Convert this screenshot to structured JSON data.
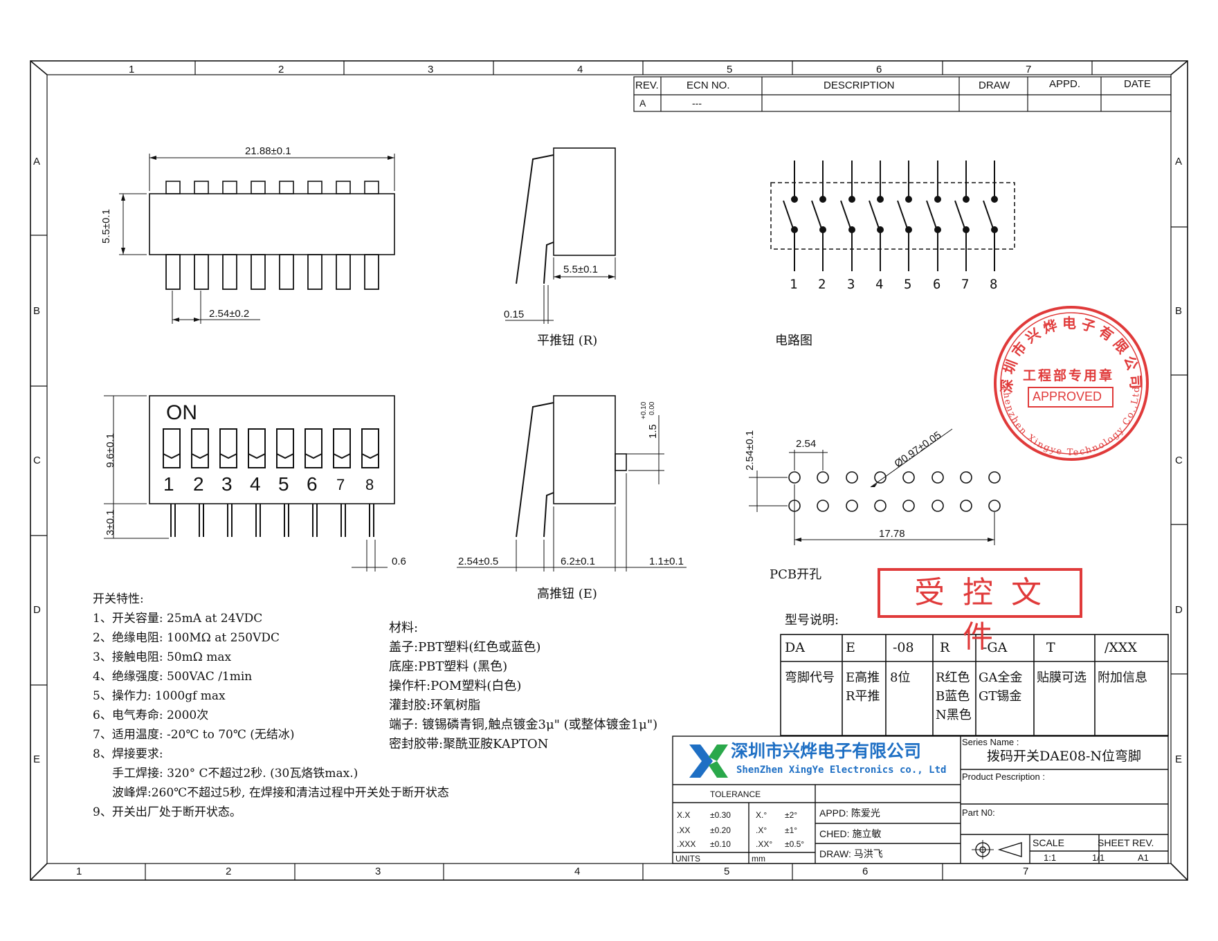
{
  "zone_cols_top": [
    "1",
    "2",
    "3",
    "4",
    "5",
    "6",
    "7"
  ],
  "zone_cols_bottom": [
    "1",
    "2",
    "3",
    "4",
    "5",
    "6",
    "7"
  ],
  "zone_rows": [
    "A",
    "B",
    "C",
    "D",
    "E"
  ],
  "revision_table": {
    "headers": [
      "REV.",
      "ECN  NO.",
      "DESCRIPTION",
      "DRAW",
      "APPD.",
      "DATE"
    ],
    "row": [
      "A",
      "---",
      "",
      "",
      "",
      ""
    ]
  },
  "top_view": {
    "width_dim": "21.88±0.1",
    "height_dim": "5.5±0.1",
    "pitch_dim": "2.54±0.2"
  },
  "side_view_r": {
    "dim_a": "5.5±0.1",
    "dim_b": "0.15",
    "caption": "平推钮 (R)"
  },
  "circuit": {
    "pin_numbers": [
      "1",
      "2",
      "3",
      "4",
      "5",
      "6",
      "7",
      "8"
    ],
    "caption": "电路图"
  },
  "front_view": {
    "on_label": "ON",
    "switch_numbers": [
      "1",
      "2",
      "3",
      "4",
      "5",
      "6",
      "7",
      "8"
    ],
    "height_dim": "9.6±0.1",
    "pin_dim": "3±0.1",
    "pin_width_dim": "0.6"
  },
  "side_view_e": {
    "dim_left": "2.54±0.5",
    "dim_mid": "6.2±0.1",
    "dim_right": "1.1±0.1",
    "dim_actuator": "1.5",
    "tol_plus": "+0.10",
    "tol_minus": "0.00",
    "caption": "高推钮 (E)"
  },
  "pcb": {
    "pitch": "2.54",
    "row_dim": "2.54±0.1",
    "hole_dim": "Ø0.97±0.05",
    "span_dim": "17.78",
    "caption": "PCB开孔"
  },
  "stamp": {
    "company_arc": "深圳市兴烨电子有限公司",
    "dept": "工程部专用章",
    "approved": "APPROVED",
    "english_arc": "Shenzhen Xingye Technology Co.,Ltd"
  },
  "controlled_doc": "受控文件",
  "specs": {
    "title": "开关特性:",
    "items": [
      "1、开关容量: 25mA at 24VDC",
      "2、绝缘电阻: 100MΩ at 250VDC",
      "3、接触电阻: 50mΩ max",
      "4、绝缘强度: 500VAC /1min",
      "5、操作力: 1000gf max",
      "6、电气寿命: 2000次",
      "7、适用温度: -20℃  to 70℃ (无结冰)",
      "8、焊接要求:",
      "   手工焊接: 320° C不超过2秒. (30瓦烙铁max.)",
      "   波峰焊:260℃不超过5秒, 在焊接和清洁过程中开关处于断开状态",
      "9、开关出厂处于断开状态。"
    ]
  },
  "materials": {
    "title": "材料:",
    "items": [
      "盖子:PBT塑料(红色或蓝色)",
      "底座:PBT塑料 (黑色)",
      "操作杆:POM塑料(白色)",
      "灌封胶:环氧树脂",
      "端子: 镀锡磷青铜,触点镀金3μ\" (或整体镀金1μ\")",
      "密封胶带:聚酰亚胺KAPTON"
    ]
  },
  "model_code": {
    "label": "型号说明:",
    "codes": [
      "DA",
      "E",
      "-08",
      "R",
      "-GA",
      "T",
      "/XXX"
    ],
    "descriptions": [
      [
        "弯脚代号"
      ],
      [
        "E高推",
        "R平推"
      ],
      [
        "8位"
      ],
      [
        "R红色",
        "B蓝色",
        "N黑色"
      ],
      [
        "GA全金",
        "GT锡金"
      ],
      [
        "贴膜可选"
      ],
      [
        "附加信息"
      ]
    ]
  },
  "title_block": {
    "company_cn": "深圳市兴烨电子有限公司",
    "company_en": "ShenZhen XingYe Electronics co., Ltd",
    "series_label": "Series Name :",
    "series_value": "拨码开关DAE08-N位弯脚",
    "product_label": "Product Pescription :",
    "part_label": "Part N0:",
    "tolerance_label": "TOLERANCE",
    "tolerances": [
      [
        "X.X",
        "±0.30",
        "X.°",
        "±2°"
      ],
      [
        ".XX",
        "±0.20",
        ".X°",
        "±1°"
      ],
      [
        ".XXX",
        "±0.10",
        ".XX°",
        "±0.5°"
      ]
    ],
    "units_label": "UNITS",
    "units_value": "mm",
    "appd": "APPD:  陈爱光",
    "ched": "CHED:  施立敏",
    "draw": "DRAW:  马洪飞",
    "scale_label": "SCALE",
    "scale_value": "1:1",
    "sheet_label": "SHEET",
    "sheet_value": "1/1",
    "rev_label": "REV.",
    "rev_value": "A1"
  }
}
